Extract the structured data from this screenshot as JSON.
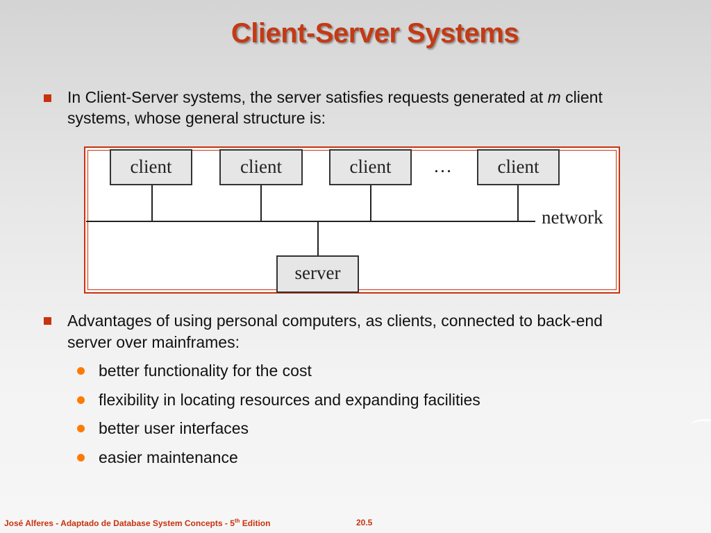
{
  "slide": {
    "title": "Client-Server Systems"
  },
  "bullet1": {
    "text_before": "In Client-Server systems, the server satisfies requests generated at ",
    "italic": "m",
    "text_after": " client",
    "line2": "systems, whose general structure is:"
  },
  "diagram": {
    "clients": [
      "client",
      "client",
      "client",
      "client"
    ],
    "ellipsis": "…",
    "network_label": "network",
    "server_label": "server"
  },
  "bullet2": {
    "line1": "Advantages of using personal computers, as clients, connected to back-end",
    "line2": "server over mainframes:",
    "items": [
      "better functionality for the cost",
      "flexibility in locating resources and expanding facilities",
      "better user interfaces",
      "easier maintenance"
    ]
  },
  "footer": {
    "text": "José Alferes - Adaptado de Database System Concepts - 5",
    "sup": "th",
    "text_end": " Edition",
    "page": "20.5"
  },
  "colors": {
    "title": "#c33a15",
    "accent": "#c8320e",
    "sub_bullet": "#ff7a00"
  }
}
